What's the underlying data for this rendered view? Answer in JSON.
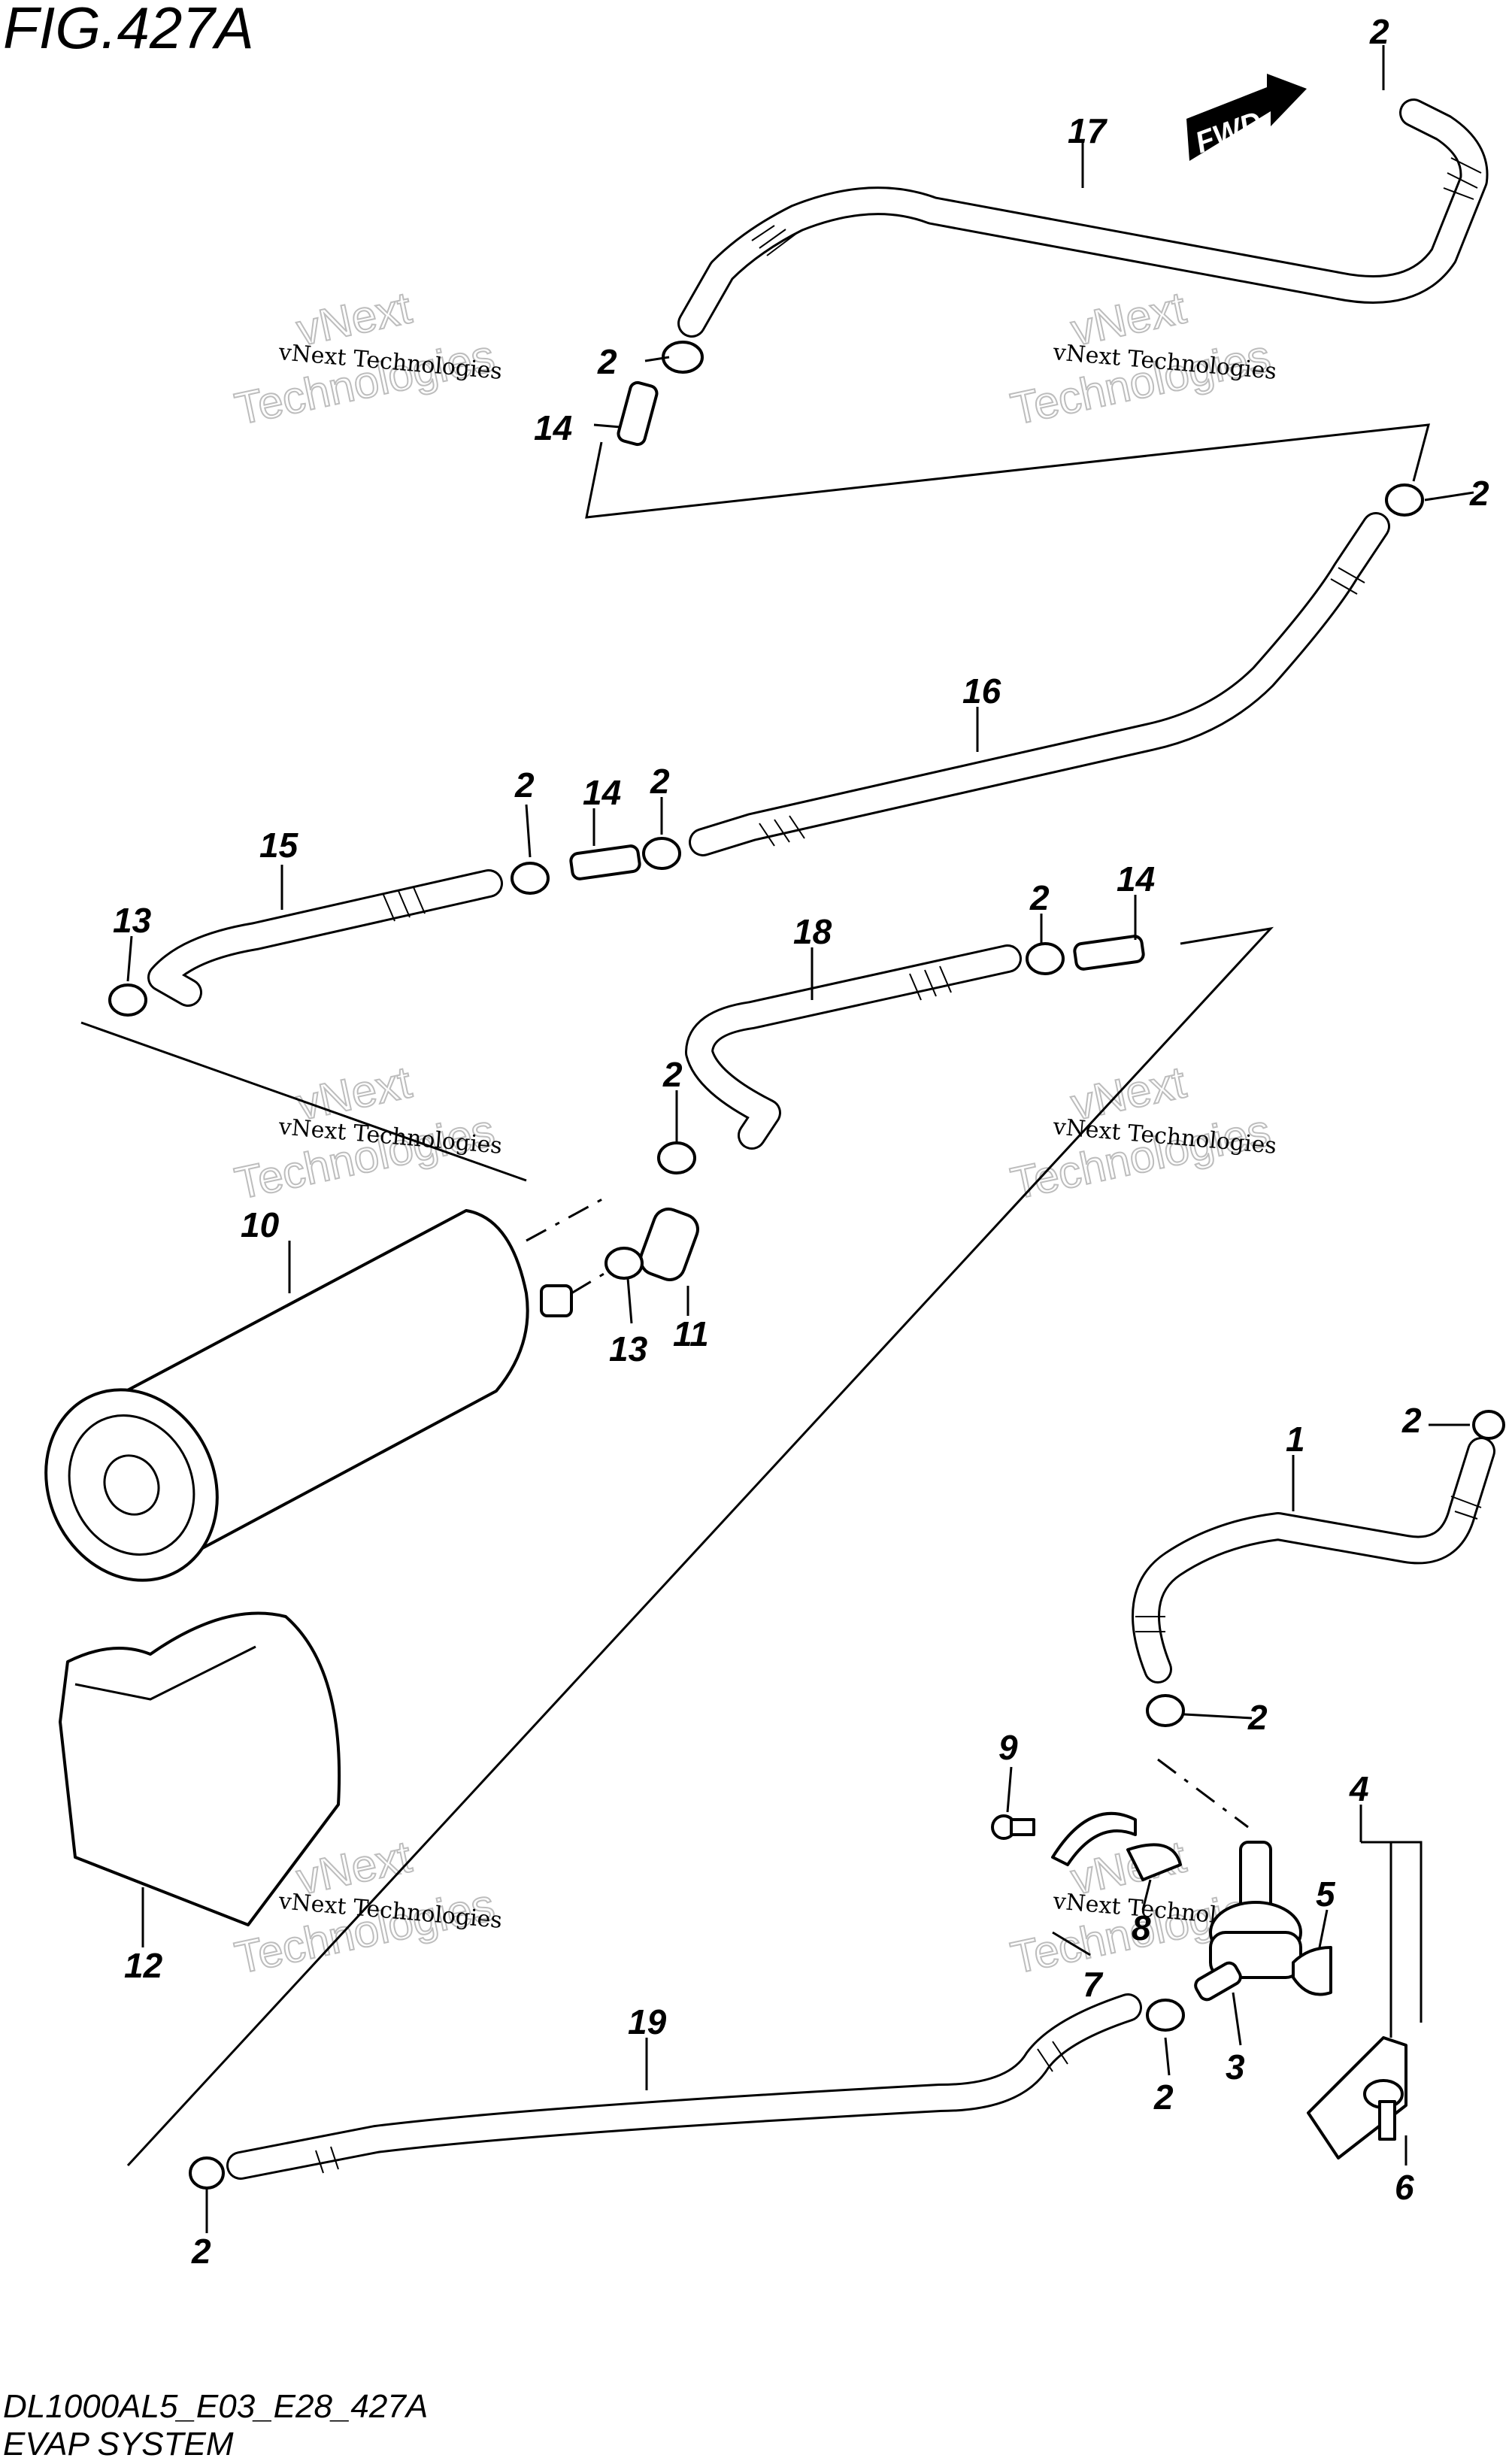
{
  "figure": {
    "title": "FIG.427A",
    "footer_code": "DL1000AL5_E03_E28_427A",
    "footer_name": "EVAP SYSTEM",
    "direction_badge": "FWD"
  },
  "watermark": {
    "line1": "vNext Technologies",
    "line2": "Technologies",
    "line3": "vNext"
  },
  "callouts": [
    {
      "id": "c2a",
      "text": "2"
    },
    {
      "id": "c17",
      "text": "17"
    },
    {
      "id": "c2b",
      "text": "2"
    },
    {
      "id": "c14a",
      "text": "14"
    },
    {
      "id": "c2c",
      "text": "2"
    },
    {
      "id": "c16",
      "text": "16"
    },
    {
      "id": "c2d",
      "text": "2"
    },
    {
      "id": "c14b",
      "text": "14"
    },
    {
      "id": "c2e",
      "text": "2"
    },
    {
      "id": "c15",
      "text": "15"
    },
    {
      "id": "c13a",
      "text": "13"
    },
    {
      "id": "c18",
      "text": "18"
    },
    {
      "id": "c2f",
      "text": "2"
    },
    {
      "id": "c14c",
      "text": "14"
    },
    {
      "id": "c2g",
      "text": "2"
    },
    {
      "id": "c10",
      "text": "10"
    },
    {
      "id": "c13b",
      "text": "13"
    },
    {
      "id": "c11",
      "text": "11"
    },
    {
      "id": "c1",
      "text": "1"
    },
    {
      "id": "c2h",
      "text": "2"
    },
    {
      "id": "c2i",
      "text": "2"
    },
    {
      "id": "c9",
      "text": "9"
    },
    {
      "id": "c4",
      "text": "4"
    },
    {
      "id": "c5",
      "text": "5"
    },
    {
      "id": "c8",
      "text": "8"
    },
    {
      "id": "c7",
      "text": "7"
    },
    {
      "id": "c12",
      "text": "12"
    },
    {
      "id": "c19",
      "text": "19"
    },
    {
      "id": "c2j",
      "text": "2"
    },
    {
      "id": "c3",
      "text": "3"
    },
    {
      "id": "c6",
      "text": "6"
    },
    {
      "id": "c2k",
      "text": "2"
    }
  ]
}
